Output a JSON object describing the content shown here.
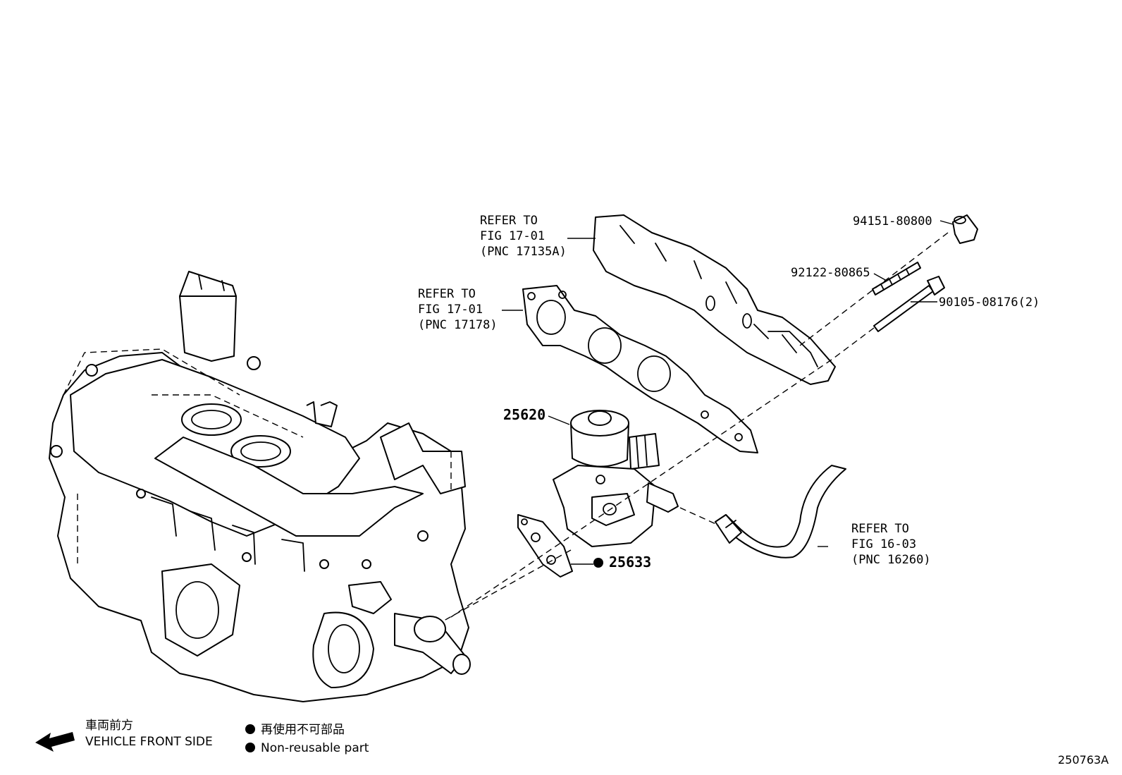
{
  "callouts": {
    "refer_manifold": [
      "REFER TO",
      "FIG 17-01",
      "(PNC 17135A)"
    ],
    "refer_gasket": [
      "REFER TO",
      "FIG 17-01",
      "(PNC 17178)"
    ],
    "refer_hose": [
      "REFER TO",
      "FIG 16-03",
      "(PNC 16260)"
    ],
    "part_cap": "94151-80800",
    "part_stud": "92122-80865",
    "part_bolt": "90105-08176(2)",
    "part_egr_valve": "25620",
    "part_egr_gasket": "25633"
  },
  "legend": {
    "direction_jp": "車両前方",
    "direction_en": "VEHICLE FRONT SIDE",
    "nonreuse_jp": "再使用不可部品",
    "nonreuse_en": "Non-reusable part"
  },
  "figure_id": "250763A"
}
